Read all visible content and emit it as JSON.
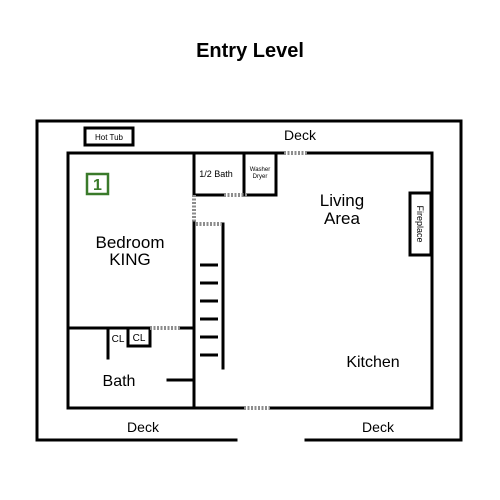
{
  "title": "Entry Level",
  "rooms": {
    "hot_tub": "Hot Tub",
    "deck_top": "Deck",
    "room_number": "1",
    "half_bath": "1/2 Bath",
    "washer": "Washer",
    "dryer": "Dryer",
    "living_line1": "Living",
    "living_line2": "Area",
    "fireplace": "Fireplace",
    "bedroom_line1": "Bedroom",
    "bedroom_line2": "KING",
    "closet_left": "CL",
    "closet_right": "CL",
    "bath": "Bath",
    "kitchen": "Kitchen",
    "deck_bottom_left": "Deck",
    "deck_bottom_right": "Deck"
  },
  "colors": {
    "wall": "#000000",
    "door": "#8c8c8c",
    "room_badge": "#3a7a2a"
  }
}
